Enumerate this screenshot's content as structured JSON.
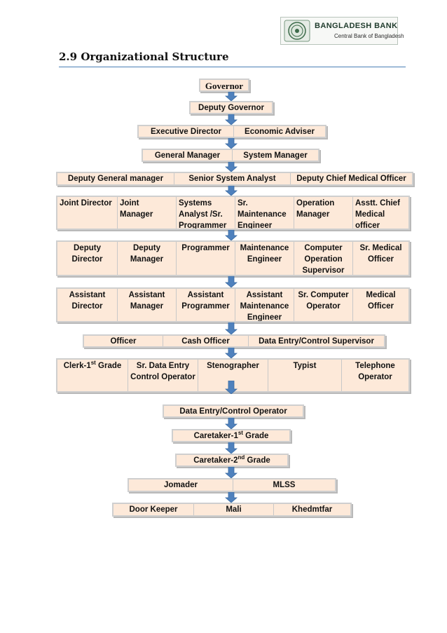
{
  "header": {
    "bank_name": "BANGLADESH BANK",
    "bank_subtitle": "Central Bank of Bangladesh"
  },
  "section_title": "2.9  Organizational Structure",
  "colors": {
    "box_fill": "#fde9d9",
    "box_border": "#cfcfcf",
    "arrow": "#4f81bd",
    "rule": "#4a7fb5"
  },
  "levels": [
    [
      "Governor"
    ],
    [
      "Deputy Governor"
    ],
    [
      "Executive Director",
      "Economic Adviser"
    ],
    [
      "General Manager",
      "System Manager"
    ],
    [
      "Deputy General manager",
      "Senior System Analyst",
      "Deputy Chief Medical Officer"
    ],
    [
      "Joint Director",
      "Joint Manager",
      "Systems Analyst /Sr. Programmer",
      "Sr. Maintenance Engineer",
      "Operation Manager",
      "Asstt. Chief Medical officer"
    ],
    [
      "Deputy Director",
      "Deputy Manager",
      "Programmer",
      "Maintenance Engineer",
      "Computer Operation Supervisor",
      "Sr. Medical Officer"
    ],
    [
      "Assistant Director",
      "Assistant Manager",
      "Assistant Programmer",
      "Assistant Maintenance Engineer",
      "Sr. Computer Operator",
      "Medical Officer"
    ],
    [
      "Officer",
      "Cash Officer",
      "Data Entry/Control Supervisor"
    ],
    [
      "Clerk-1st Grade",
      "Sr. Data Entry Control Operator",
      "Stenographer",
      "Typist",
      "Telephone Operator"
    ],
    [
      "Data Entry/Control Operator"
    ],
    [
      "Caretaker-1st Grade"
    ],
    [
      "Caretaker-2nd Grade"
    ],
    [
      "Jomader",
      "MLSS"
    ],
    [
      "Door Keeper",
      "Mali",
      "Khedmtfar"
    ]
  ],
  "superscripts": {
    "clerk": {
      "base": "Clerk-1",
      "sup": "st",
      "rest": " Grade"
    },
    "caretaker1": {
      "base": "Caretaker-1",
      "sup": "st",
      "rest": " Grade"
    },
    "caretaker2": {
      "base": "Caretaker-2",
      "sup": "nd",
      "rest": " Grade"
    }
  }
}
